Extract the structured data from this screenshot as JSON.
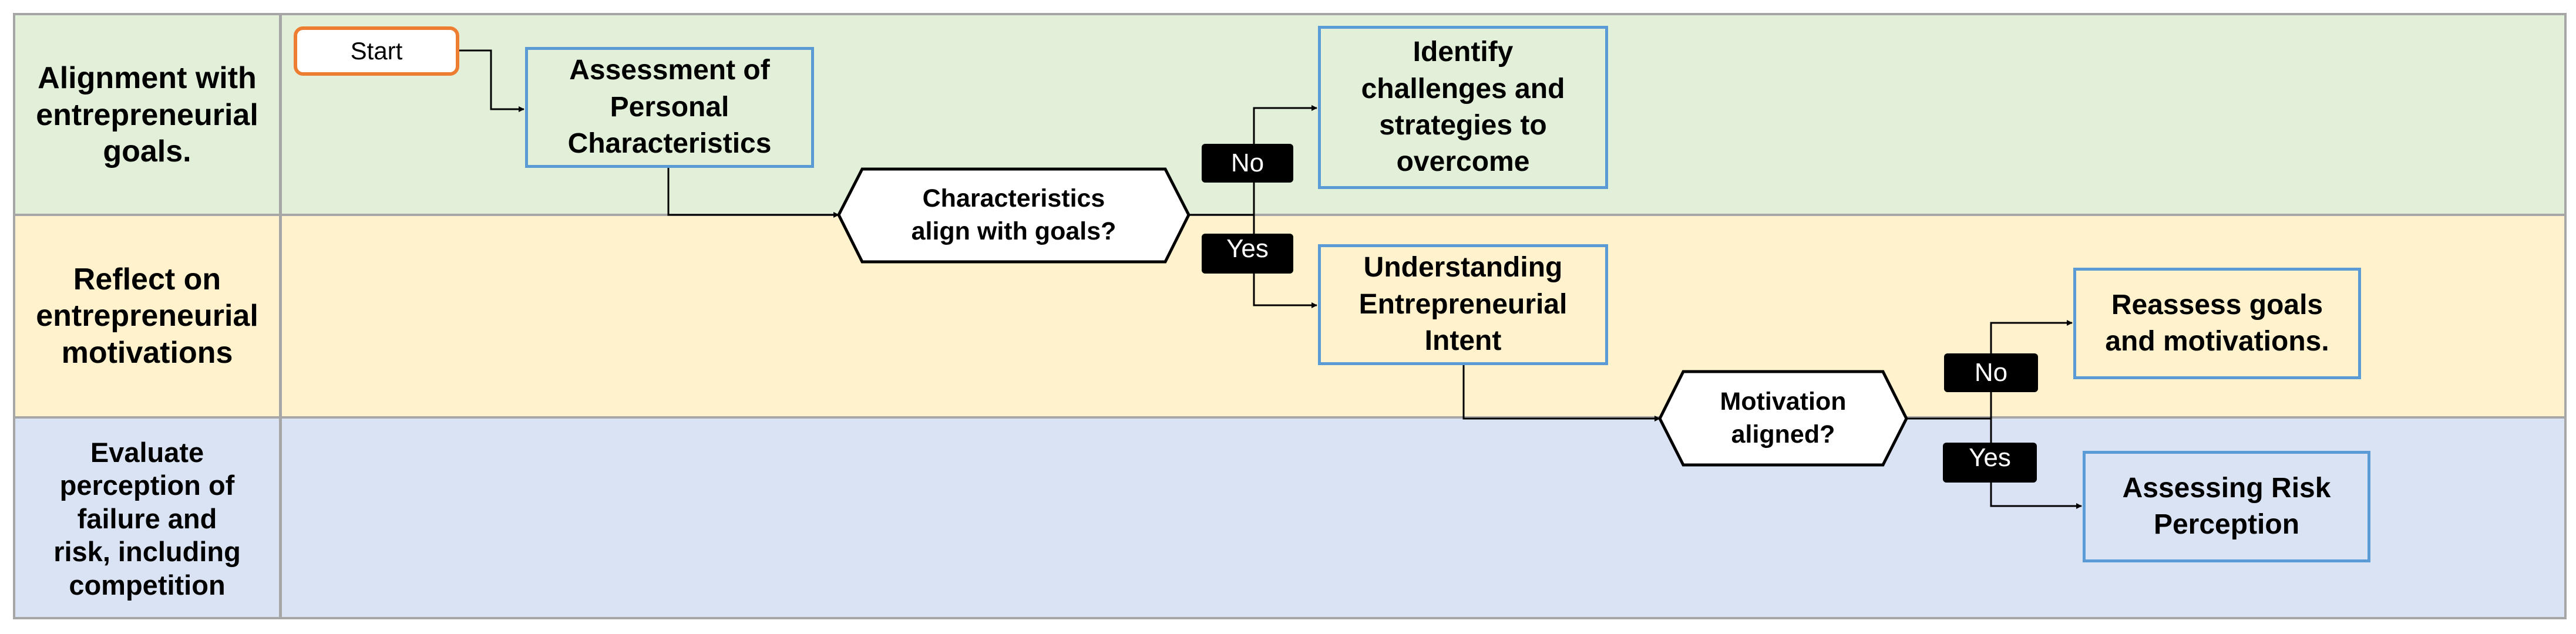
{
  "lanes": [
    {
      "label": "Alignment with\nentrepreneurial\ngoals.",
      "color": "#e2efd9"
    },
    {
      "label": "Reflect on\nentrepreneurial\nmotivations",
      "color": "#fff2cc"
    },
    {
      "label": "Evaluate\nperception of\nfailure and\nrisk, including\ncompetition",
      "color": "#dae3f3"
    }
  ],
  "nodes": {
    "start": "Start",
    "assessment": "Assessment of\nPersonal\nCharacteristics",
    "decision_characteristics": "Characteristics\nalign with goals?",
    "identify_challenges": "Identify\nchallenges and\nstrategies to\novercome",
    "understanding_intent": "Understanding\nEntrepreneurial\nIntent",
    "decision_motivation": "Motivation\naligned?",
    "reassess_goals": "Reassess goals\nand motivations.",
    "assessing_risk": "Assessing Risk\nPerception"
  },
  "edge_labels": {
    "no_1": "No",
    "yes_1": "Yes",
    "no_2": "No",
    "yes_2": "Yes"
  },
  "colors": {
    "process_border": "#5b9bd5",
    "start_border": "#ed7d31",
    "lane_border": "#a6a6a6",
    "edge_label_bg": "#000000"
  }
}
